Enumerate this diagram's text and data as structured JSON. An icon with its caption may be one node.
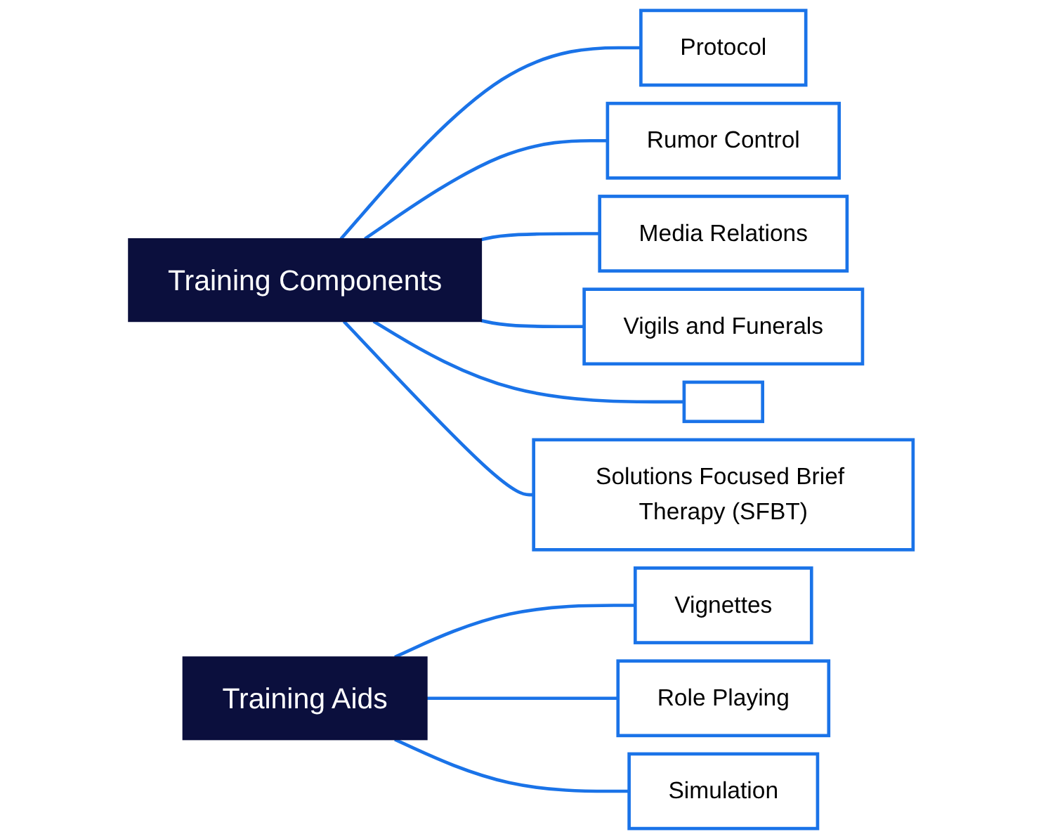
{
  "diagram": {
    "nodes": [
      {
        "text": [
          "Training Components"
        ]
      },
      {
        "text": [
          "Protocol"
        ]
      },
      {
        "text": [
          "Rumor Control"
        ]
      },
      {
        "text": [
          "Media Relations"
        ]
      },
      {
        "text": [
          "Vigils and Funerals"
        ]
      },
      {
        "text": [],
        "shape": "box"
      },
      {
        "text": [
          "Solutions Focused Brief Therapy (SFBT)"
        ]
      },
      {
        "text": [
          "Training Aids"
        ]
      },
      {
        "text": [
          "Vignettes"
        ]
      },
      {
        "text": [
          "Role Playing"
        ]
      },
      {
        "text": [
          "Simulation"
        ]
      }
    ],
    "edges": [
      {
        "from": 0,
        "to": 1,
        "arrow": "none"
      },
      {
        "from": 0,
        "to": 2,
        "arrow": "none"
      },
      {
        "from": 0,
        "to": 3,
        "arrow": "none"
      },
      {
        "from": 0,
        "to": 4,
        "arrow": "none"
      },
      {
        "from": 0,
        "to": 5,
        "arrow": "none"
      },
      {
        "from": 0,
        "to": 6,
        "arrow": "none"
      },
      {
        "from": 7,
        "to": 8,
        "arrow": "none"
      },
      {
        "from": 7,
        "to": 9,
        "arrow": "none"
      },
      {
        "from": 7,
        "to": 10,
        "arrow": "none"
      }
    ]
  }
}
